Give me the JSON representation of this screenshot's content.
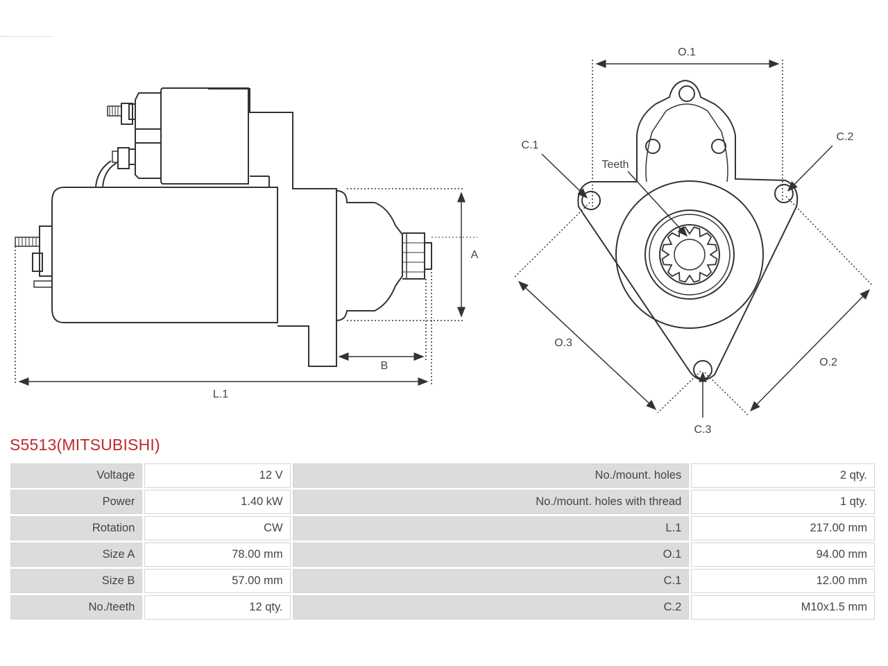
{
  "part_title": "S5513(MITSUBISHI)",
  "drawing": {
    "labels": {
      "A": "A",
      "B": "B",
      "L1": "L.1",
      "O1": "O.1",
      "O2": "O.2",
      "O3": "O.3",
      "C1": "C.1",
      "C2": "C.2",
      "C3": "C.3",
      "teeth": "Teeth"
    }
  },
  "specs": {
    "rows": [
      {
        "k1": "Voltage",
        "v1": "12 V",
        "k2": "No./mount. holes",
        "v2": "2 qty."
      },
      {
        "k1": "Power",
        "v1": "1.40 kW",
        "k2": "No./mount. holes with thread",
        "v2": "1 qty."
      },
      {
        "k1": "Rotation",
        "v1": "CW",
        "k2": "L.1",
        "v2": "217.00 mm"
      },
      {
        "k1": "Size A",
        "v1": "78.00 mm",
        "k2": "O.1",
        "v2": "94.00 mm"
      },
      {
        "k1": "Size B",
        "v1": "57.00 mm",
        "k2": "C.1",
        "v2": "12.00 mm"
      },
      {
        "k1": "No./teeth",
        "v1": "12 qty.",
        "k2": "C.2",
        "v2": "M10x1.5 mm"
      }
    ]
  }
}
